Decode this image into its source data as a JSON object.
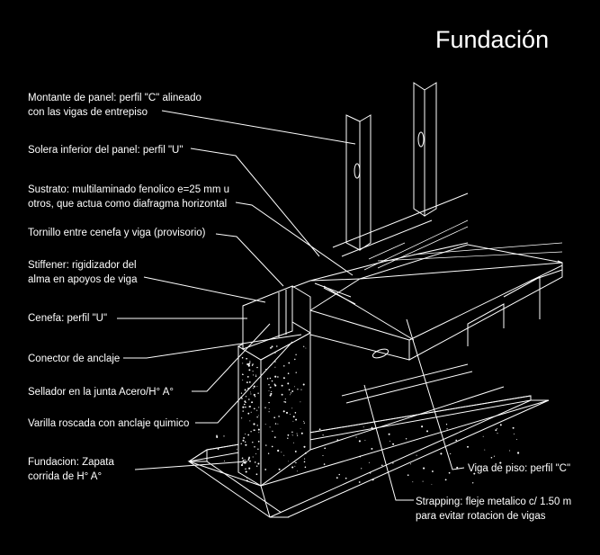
{
  "title": "Fundación",
  "labels": {
    "montante": [
      "Montante de panel: perfil \"C\" alineado",
      "con las vigas de entrepiso"
    ],
    "solera": [
      "Solera inferior del panel: perfil \"U\""
    ],
    "sustrato": [
      "Sustrato: multilaminado fenolico e=25 mm u",
      "otros, que actua como diafragma horizontal"
    ],
    "tornillo": [
      "Tornillo entre cenefa y viga (provisorio)"
    ],
    "stiffener": [
      "Stiffener: rigidizador del",
      "alma en apoyos de viga"
    ],
    "cenefa": [
      "Cenefa: perfil \"U\""
    ],
    "conector": [
      "Conector de anclaje"
    ],
    "sellador": [
      "Sellador en la junta Acero/H° A°"
    ],
    "varilla": [
      "Varilla roscada con anclaje quimico"
    ],
    "fundacion": [
      "Fundacion: Zapata",
      "corrida de H° A°"
    ],
    "viga": [
      "Viga de piso: perfil \"C\""
    ],
    "strapping": [
      "Strapping: fleje metalico c/ 1.50 m",
      "para evitar rotacion de vigas"
    ]
  },
  "colors": {
    "background": "#000000",
    "line": "#ffffff"
  }
}
